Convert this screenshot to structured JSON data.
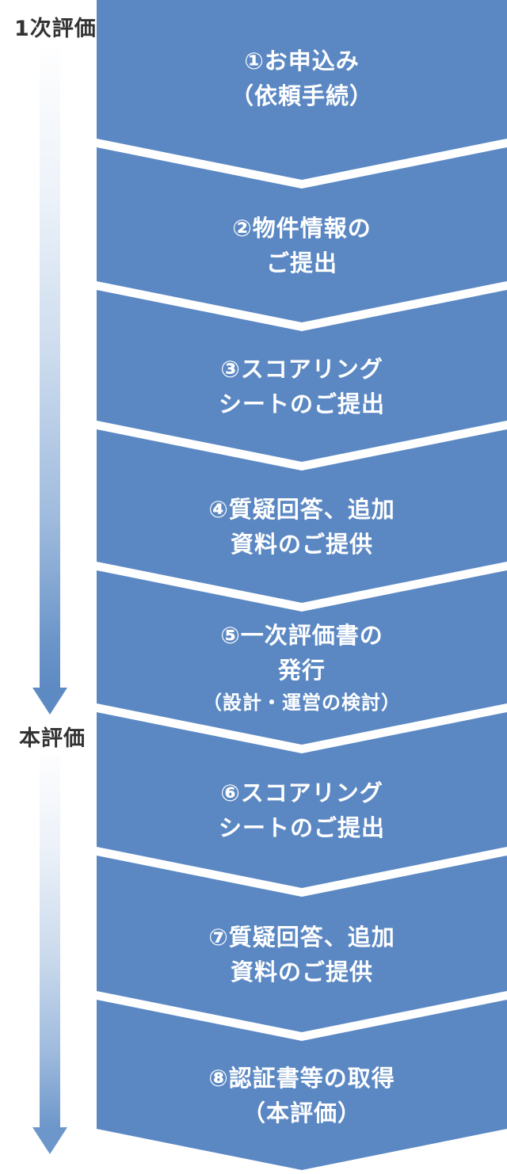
{
  "diagram": {
    "type": "vertical-chevron-process-flow",
    "colors": {
      "chevron_blue": "#5B88C3",
      "separator_white": "#FFFFFF",
      "phase_label_text": "#333333",
      "arrow_gradient_top": "#FEFEFE",
      "arrow_gradient_bottom": "#5D8AC3",
      "step_text": "#FFFFFF"
    }
  },
  "phases": [
    {
      "label": "1次評価",
      "covers_steps": "1-5"
    },
    {
      "label": "本評価",
      "covers_steps": "6-8"
    }
  ],
  "steps": [
    {
      "lines": [
        "①お申込み",
        "（依頼手続）"
      ]
    },
    {
      "lines": [
        "②物件情報の",
        "ご提出"
      ]
    },
    {
      "lines": [
        "③スコアリング",
        "シートのご提出"
      ]
    },
    {
      "lines": [
        "④質疑回答、追加",
        "資料のご提供"
      ]
    },
    {
      "lines": [
        "⑤一次評価書の",
        "発行"
      ],
      "subline": "（設計・運営の検討）"
    },
    {
      "lines": [
        "⑥スコアリング",
        "シートのご提出"
      ]
    },
    {
      "lines": [
        "⑦質疑回答、追加",
        "資料のご提供"
      ]
    },
    {
      "lines": [
        "⑧認証書等の取得",
        "（本評価）"
      ]
    }
  ]
}
